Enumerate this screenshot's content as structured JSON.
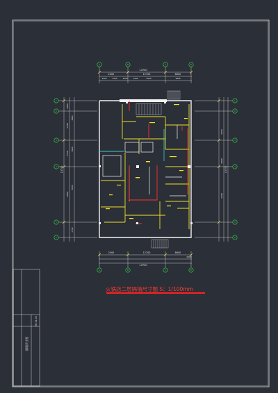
{
  "drawing": {
    "title": "火锅店二层隔墙尺寸图 S：1/100mm",
    "colors": {
      "background": "#2b2f38",
      "frame": "#ffffff",
      "dim": "#d6d6d6",
      "grid_circle": "#37d84a",
      "wall": "#f2f2f2",
      "yellow": "#f2e22a",
      "red": "#ff3030",
      "cyan": "#35d0d0",
      "title": "#ff3b30"
    }
  },
  "dimensions": {
    "top_total": "13700",
    "top_segments": [
      "2400",
      "12700",
      "8600"
    ],
    "top_detail": [
      "3250",
      "3200",
      "1600",
      "1500",
      "2050",
      "4800"
    ],
    "bottom_total": "13700",
    "bottom_segments": [
      "2400",
      "12700",
      "8600",
      "4400"
    ],
    "left_total": "13700",
    "left_segments": [
      "3000",
      "2700",
      "3750",
      "1000",
      "3900",
      "3900",
      "3600",
      "2700"
    ],
    "right_segments": [
      "3750",
      "3000",
      "4200"
    ],
    "right_total": "13700"
  },
  "grid_axes": {
    "top": [
      "A",
      "B",
      "C",
      "D"
    ],
    "bottom": [
      "A",
      "B",
      "C",
      "D"
    ],
    "left": [
      "1",
      "2",
      "3",
      "4",
      "5",
      "6"
    ],
    "right": [
      "1",
      "2",
      "3",
      "4",
      "5",
      "6"
    ]
  },
  "title_block": {
    "vertical_text": "隔墙尺寸图",
    "vertical_code": "ZH-01-02"
  }
}
